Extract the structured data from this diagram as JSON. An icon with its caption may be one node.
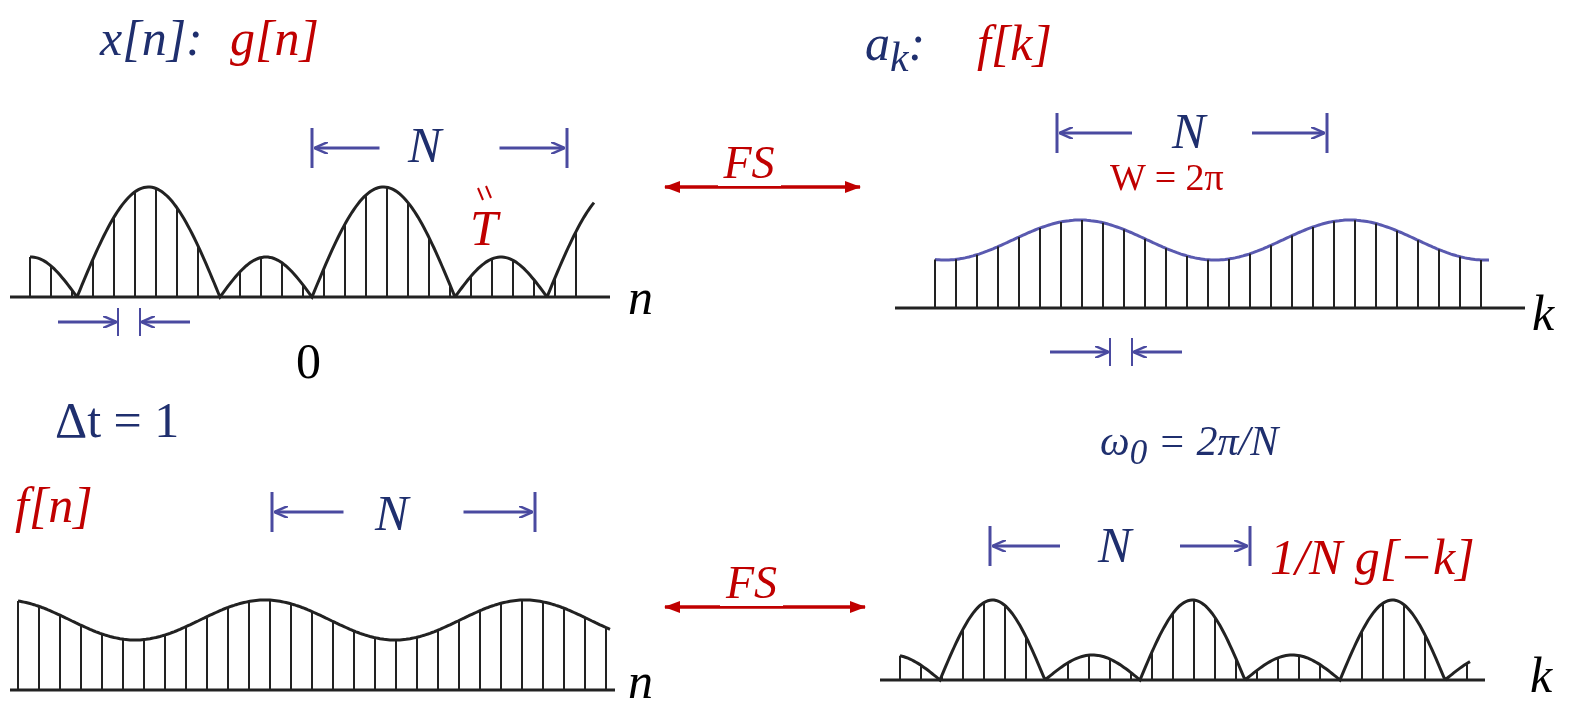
{
  "diagram": {
    "nodes": [
      {
        "text": [
          "x[n]:",
          "g[n]"
        ]
      },
      {
        "text": [
          "a$_{k}$:",
          "f[k]"
        ]
      },
      {
        "text": [
          "f[n]"
        ]
      },
      {
        "text": [
          "1/N g[−k]"
        ]
      }
    ],
    "edges": [
      {
        "from": 0,
        "to": 1,
        "arrow": "both",
        "label": "FS"
      },
      {
        "from": 2,
        "to": 3,
        "arrow": "both",
        "label": "FS"
      }
    ],
    "labels": [
      "N",
      "T",
      "W = 2π",
      "n",
      "0",
      "k",
      "Δt = 1",
      "ω$_{0}$ = 2π/N",
      "N",
      "n",
      "N",
      "k",
      "N"
    ]
  }
}
